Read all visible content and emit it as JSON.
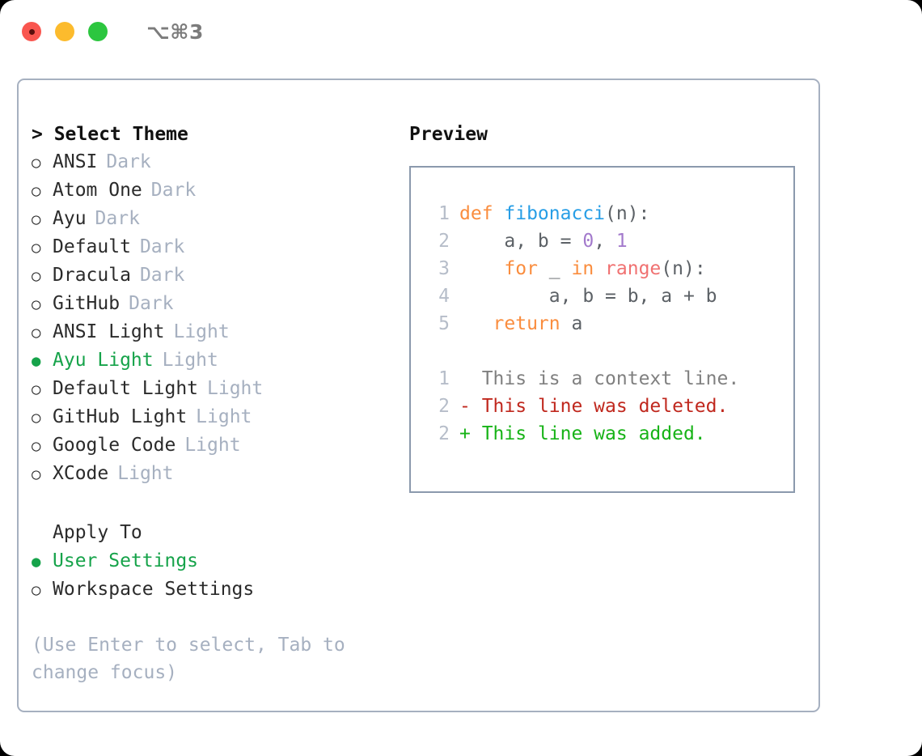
{
  "titlebar": {
    "shortcut": "⌥⌘3",
    "buttons": [
      {
        "name": "close",
        "color": "#f9564f"
      },
      {
        "name": "minimize",
        "color": "#fcbb2d"
      },
      {
        "name": "maximize",
        "color": "#2cc63f"
      }
    ]
  },
  "theme_section": {
    "heading": "> Select Theme",
    "bullet_on": "●",
    "bullet_off": "○",
    "items": [
      {
        "label": "ANSI",
        "suffix": "Dark",
        "selected": false
      },
      {
        "label": "Atom One",
        "suffix": "Dark",
        "selected": false
      },
      {
        "label": "Ayu",
        "suffix": "Dark",
        "selected": false
      },
      {
        "label": "Default",
        "suffix": "Dark",
        "selected": false
      },
      {
        "label": "Dracula",
        "suffix": "Dark",
        "selected": false
      },
      {
        "label": "GitHub",
        "suffix": "Dark",
        "selected": false
      },
      {
        "label": "ANSI Light",
        "suffix": "Light",
        "selected": false
      },
      {
        "label": "Ayu Light",
        "suffix": "Light",
        "selected": true
      },
      {
        "label": "Default Light",
        "suffix": "Light",
        "selected": false
      },
      {
        "label": "GitHub Light",
        "suffix": "Light",
        "selected": false
      },
      {
        "label": "Google Code",
        "suffix": "Light",
        "selected": false
      },
      {
        "label": "XCode",
        "suffix": "Light",
        "selected": false
      }
    ]
  },
  "apply_section": {
    "heading": "Apply To",
    "items": [
      {
        "label": "User Settings",
        "selected": true
      },
      {
        "label": "Workspace Settings",
        "selected": false
      }
    ]
  },
  "hint": "(Use Enter to select, Tab to change focus)",
  "preview": {
    "title": "Preview",
    "code_lines": [
      {
        "number": "1",
        "tokens": [
          {
            "text": "def ",
            "kind": "kw"
          },
          {
            "text": "fibonacci",
            "kind": "fn"
          },
          {
            "text": "(n):",
            "kind": "pl"
          }
        ]
      },
      {
        "number": "2",
        "tokens": [
          {
            "text": "    a, b = ",
            "kind": "pl"
          },
          {
            "text": "0",
            "kind": "num"
          },
          {
            "text": ", ",
            "kind": "pl"
          },
          {
            "text": "1",
            "kind": "num"
          }
        ]
      },
      {
        "number": "3",
        "tokens": [
          {
            "text": "    ",
            "kind": "pl"
          },
          {
            "text": "for",
            "kind": "kw"
          },
          {
            "text": " _ ",
            "kind": "pl"
          },
          {
            "text": "in",
            "kind": "kw"
          },
          {
            "text": " ",
            "kind": "pl"
          },
          {
            "text": "range",
            "kind": "bi"
          },
          {
            "text": "(n):",
            "kind": "pl"
          }
        ]
      },
      {
        "number": "4",
        "tokens": [
          {
            "text": "        a, b = b, a + b",
            "kind": "pl"
          }
        ]
      },
      {
        "number": "5",
        "tokens": [
          {
            "text": "   ",
            "kind": "pl"
          },
          {
            "text": "return",
            "kind": "kw"
          },
          {
            "text": " a",
            "kind": "pl"
          }
        ]
      }
    ],
    "diff_lines": [
      {
        "number": "1",
        "marker": "  ",
        "text": "This is a context line.",
        "kind": "ctx"
      },
      {
        "number": "2",
        "marker": "- ",
        "text": "This line was deleted.",
        "kind": "del"
      },
      {
        "number": "2",
        "marker": "+ ",
        "text": "This line was added.",
        "kind": "add"
      }
    ]
  },
  "colors": {
    "accent_green": "#16a34a",
    "border": "#a6b0c0",
    "preview_border": "#8b99ad",
    "muted": "#a6b0c0",
    "keyword": "#fa8d3e",
    "function": "#279ee6",
    "number": "#a37acc",
    "builtin": "#f07171",
    "plain": "#5c6166",
    "diff_context": "#808080",
    "diff_deleted": "#c0281e",
    "diff_added": "#17b317"
  }
}
